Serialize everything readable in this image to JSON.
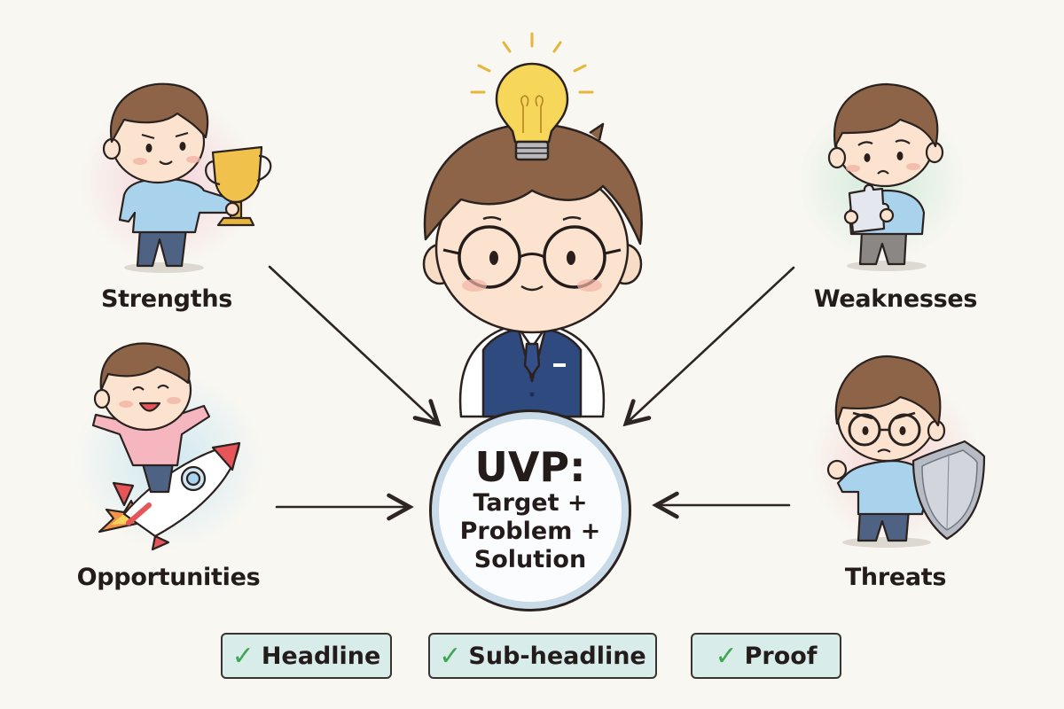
{
  "center": {
    "title": "UVP:",
    "lines": [
      "Target +",
      "Problem +",
      "Solution"
    ],
    "figure": "businessman-with-lightbulb",
    "icon": "lightbulb-icon"
  },
  "quadrants": [
    {
      "key": "strengths",
      "label": "Strengths",
      "icon": "trophy-icon",
      "bg_color": "#f4d4d8"
    },
    {
      "key": "weaknesses",
      "label": "Weaknesses",
      "icon": "puzzle-piece-icon",
      "bg_color": "#d6ebdd"
    },
    {
      "key": "opportunities",
      "label": "Opportunities",
      "icon": "rocket-icon",
      "bg_color": "#d4e9ef"
    },
    {
      "key": "threats",
      "label": "Threats",
      "icon": "shield-icon",
      "bg_color": "#f4d4d4"
    }
  ],
  "checklist": [
    {
      "label": "Headline",
      "check": "✓"
    },
    {
      "label": "Sub-headline",
      "check": "✓"
    },
    {
      "label": "Proof",
      "check": "✓"
    }
  ],
  "colors": {
    "background": "#f8f7f2",
    "ink": "#231c1a",
    "check_green": "#3fa653",
    "chip_fill": "#d8ece9",
    "circle_ring": "#c9dbe8",
    "bulb_yellow": "#f7d75a",
    "shirt_blue": "#a9d3ec",
    "vest_navy": "#2f4a7e"
  }
}
